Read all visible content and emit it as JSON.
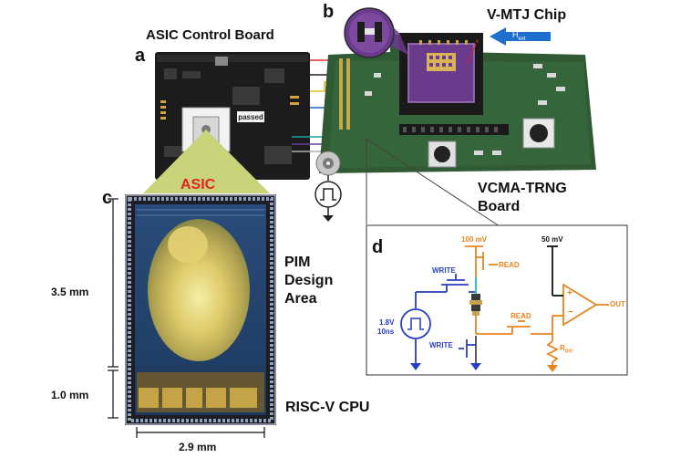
{
  "panels": {
    "a": "a",
    "b": "b",
    "c": "c",
    "d": "d"
  },
  "labels": {
    "asic_board": "ASIC Control Board",
    "vmtj_chip": "V-MTJ Chip",
    "hext_main": "H",
    "hext_sub": "ext",
    "asic": "ASIC",
    "vcma_line1": "VCMA-TRNG",
    "vcma_line2": "Board",
    "pim_line1": "PIM",
    "pim_line2": "Design",
    "pim_line3": "Area",
    "riscv": "RISC-V CPU",
    "dim_height_top": "3.5 mm",
    "dim_height_bottom": "1.0 mm",
    "dim_width": "2.9 mm"
  },
  "circuit": {
    "v_top": "100 mV",
    "v_right": "50 mV",
    "write_top": "WRITE",
    "write_bottom": "WRITE",
    "read_top": "READ",
    "read_mid": "READ",
    "source_v": "1.8V",
    "source_t": "10ns",
    "out": "OUT",
    "rdiv_main": "R",
    "rdiv_sub": "DIV",
    "plus": "+",
    "minus": "−"
  },
  "colors": {
    "pcb_green": "#2f5a34",
    "asic_board_black": "#1c1c1c",
    "chip_purple": "#6a3a8c",
    "write_blue": "#2a3fc0",
    "read_orange": "#e8841f",
    "arrow_blue": "#1f6fd1",
    "asic_red": "#e02424",
    "callout_yellow": "#c9d37a"
  }
}
